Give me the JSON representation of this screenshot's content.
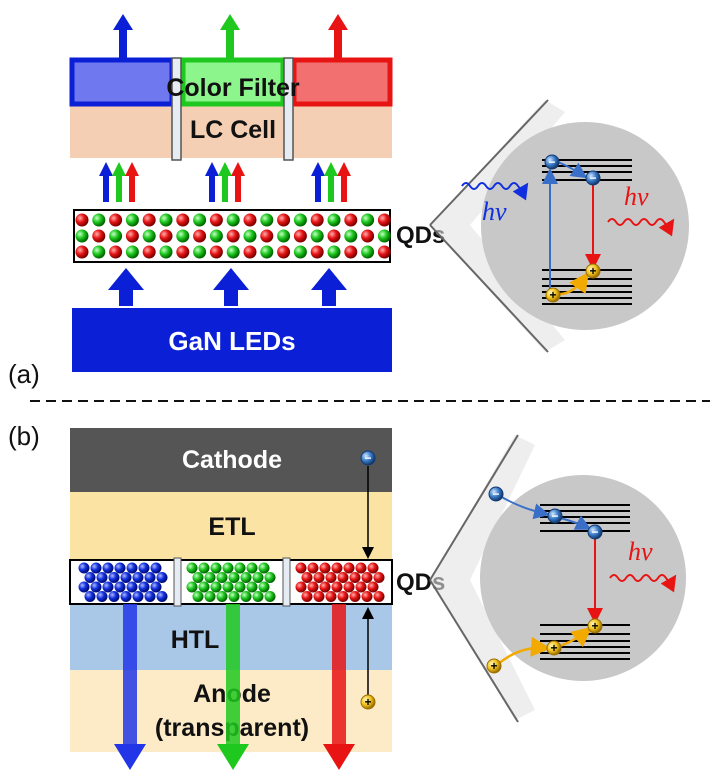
{
  "panel_a": {
    "tag": "(a)",
    "color_filter_label": "Color Filter",
    "lc_cell_label": "LC Cell",
    "qds_label": "QDs",
    "gan_label": "GaN LEDs",
    "hv_in": "hv",
    "hv_out": "hv"
  },
  "panel_b": {
    "tag": "(b)",
    "cathode_label": "Cathode",
    "etl_label": "ETL",
    "qds_label": "QDs",
    "htl_label": "HTL",
    "anode_label": "Anode",
    "anode_sub_label": "(transparent)",
    "hv_out": "hv"
  },
  "colors": {
    "blue": "#0a1fd6",
    "green": "#1ec81e",
    "red": "#e81414",
    "cathode": "#555555",
    "etl": "#fbe3a4",
    "htl": "#a9c7e6",
    "anode": "#fcebc6",
    "lc_cell": "#f5cfb4",
    "circle": "#c8c8c8"
  },
  "symbols": {
    "electron": "−",
    "hole": "+"
  }
}
